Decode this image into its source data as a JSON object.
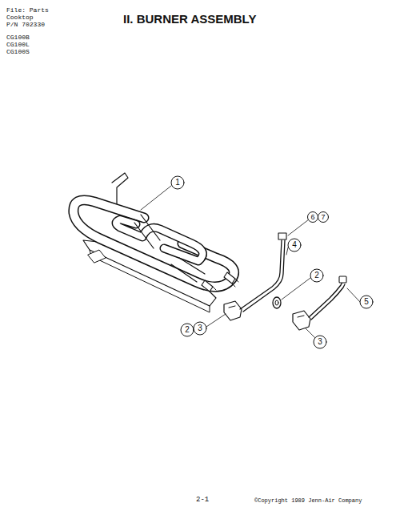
{
  "diagram": {
    "title": "II. BURNER ASSEMBLY",
    "labels": [
      "File: Parts",
      "Cooktop",
      "P/N 702330",
      "CG100B",
      "CG100L",
      "CG100S",
      "1",
      "6",
      "7",
      "4",
      "2",
      "5",
      "2",
      "3",
      "3",
      "2-1",
      "©Copyright 1989 Jenn-Air Company"
    ]
  }
}
